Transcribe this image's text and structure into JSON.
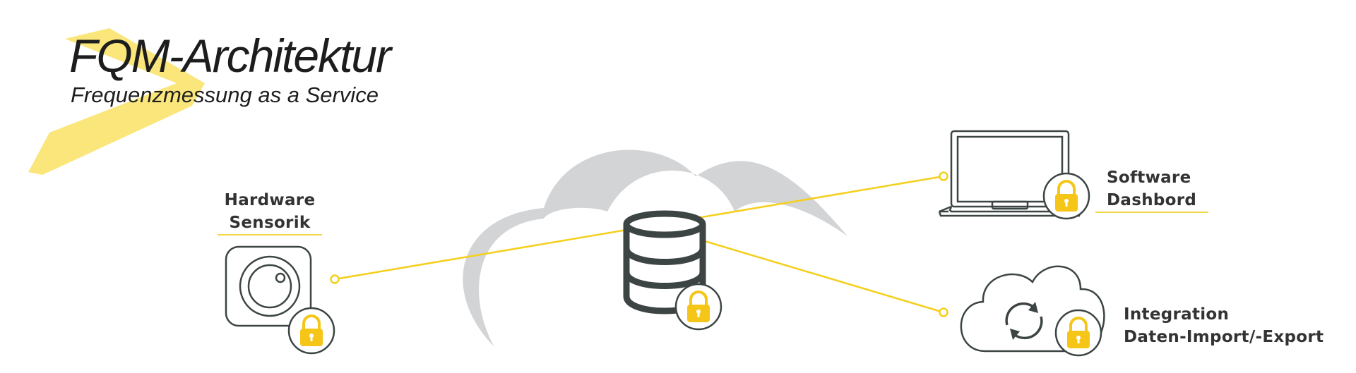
{
  "header": {
    "title": "FQM-Architektur",
    "subtitle": "Frequenzmessung as a Service"
  },
  "nodes": {
    "hardware": {
      "line1": "Hardware",
      "line2": "Sensorik"
    },
    "software": {
      "line1": "Software",
      "line2": "Dashbord"
    },
    "integration": {
      "line1": "Integration",
      "line2": "Daten-Import/-Export"
    }
  },
  "colors": {
    "accent": "#f5cf1b",
    "accent_light": "#f9e36b",
    "icon_stroke": "#3c4444",
    "cloud_gray": "#cfd0d2",
    "lock_yellow": "#f5c518"
  },
  "icons": [
    "sensor-icon",
    "database-icon",
    "laptop-icon",
    "cloud-sync-icon",
    "lock-icon"
  ]
}
